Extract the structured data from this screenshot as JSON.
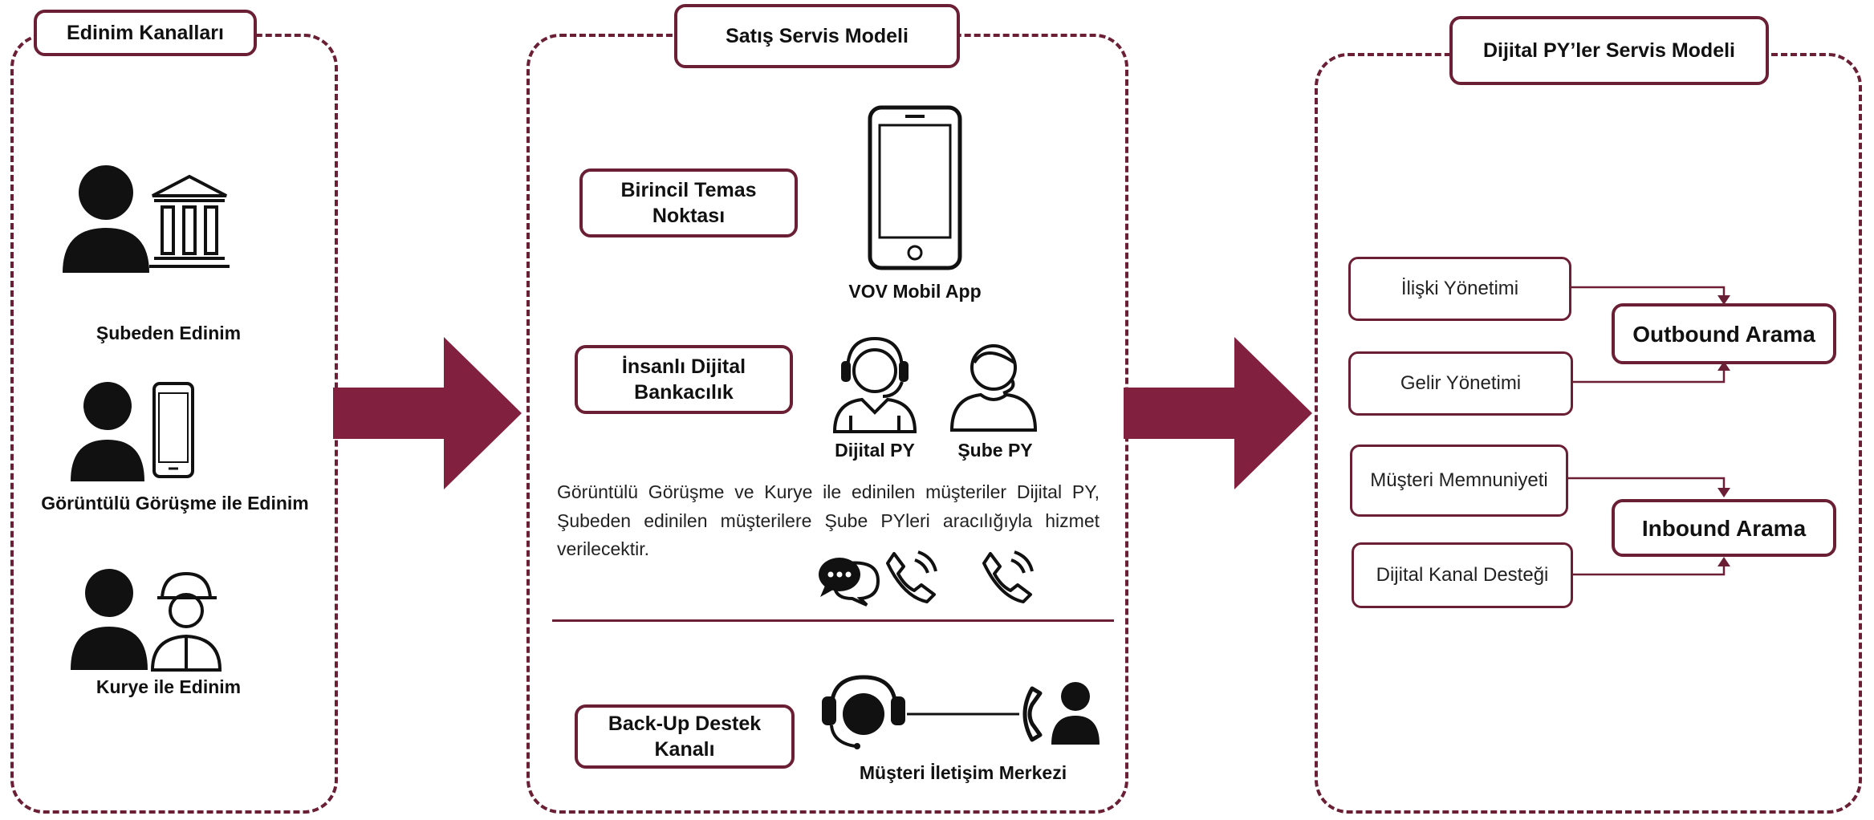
{
  "panels": {
    "left": {
      "title": "Edinim Kanalları"
    },
    "middle": {
      "title": "Satış Servis Modeli"
    },
    "right": {
      "title": "Dijital PY’ler Servis Modeli"
    }
  },
  "channels": [
    {
      "label": "Şubeden Edinim",
      "icon": "person-bank-icon"
    },
    {
      "label": "Görüntülü Görüşme ile Edinim",
      "icon": "person-phone-icon"
    },
    {
      "label": "Kurye ile Edinim",
      "icon": "person-courier-icon"
    }
  ],
  "service": {
    "primary_contact": {
      "tag": "Birincil Temas Noktası",
      "caption": "VOV Mobil App",
      "icon": "mobile-phone-icon"
    },
    "human_digital": {
      "tag": "İnsanlı Dijital Bankacılık",
      "digital_py": "Dijital PY",
      "branch_py": "Şube PY",
      "description": "Görüntülü Görüşme ve Kurye ile edinilen müşteriler Dijital PY, Şubeden edinilen müşterilere Şube PYleri aracılığıyla hizmet verilecektir."
    },
    "backup": {
      "tag": "Back-Up Destek Kanalı",
      "caption": "Müşteri İletişim Merkezi",
      "icon": "headset-call-center-icon"
    }
  },
  "digital_model": {
    "outbound_inputs": [
      "İlişki Yönetimi",
      "Gelir Yönetimi"
    ],
    "outbound_target": "Outbound Arama",
    "inbound_inputs": [
      "Müşteri Memnuniyeti",
      "Dijital Kanal Desteği"
    ],
    "inbound_target": "Inbound Arama"
  },
  "colors": {
    "accent": "#6b1f35",
    "arrow": "#82203f",
    "icon": "#111111"
  }
}
